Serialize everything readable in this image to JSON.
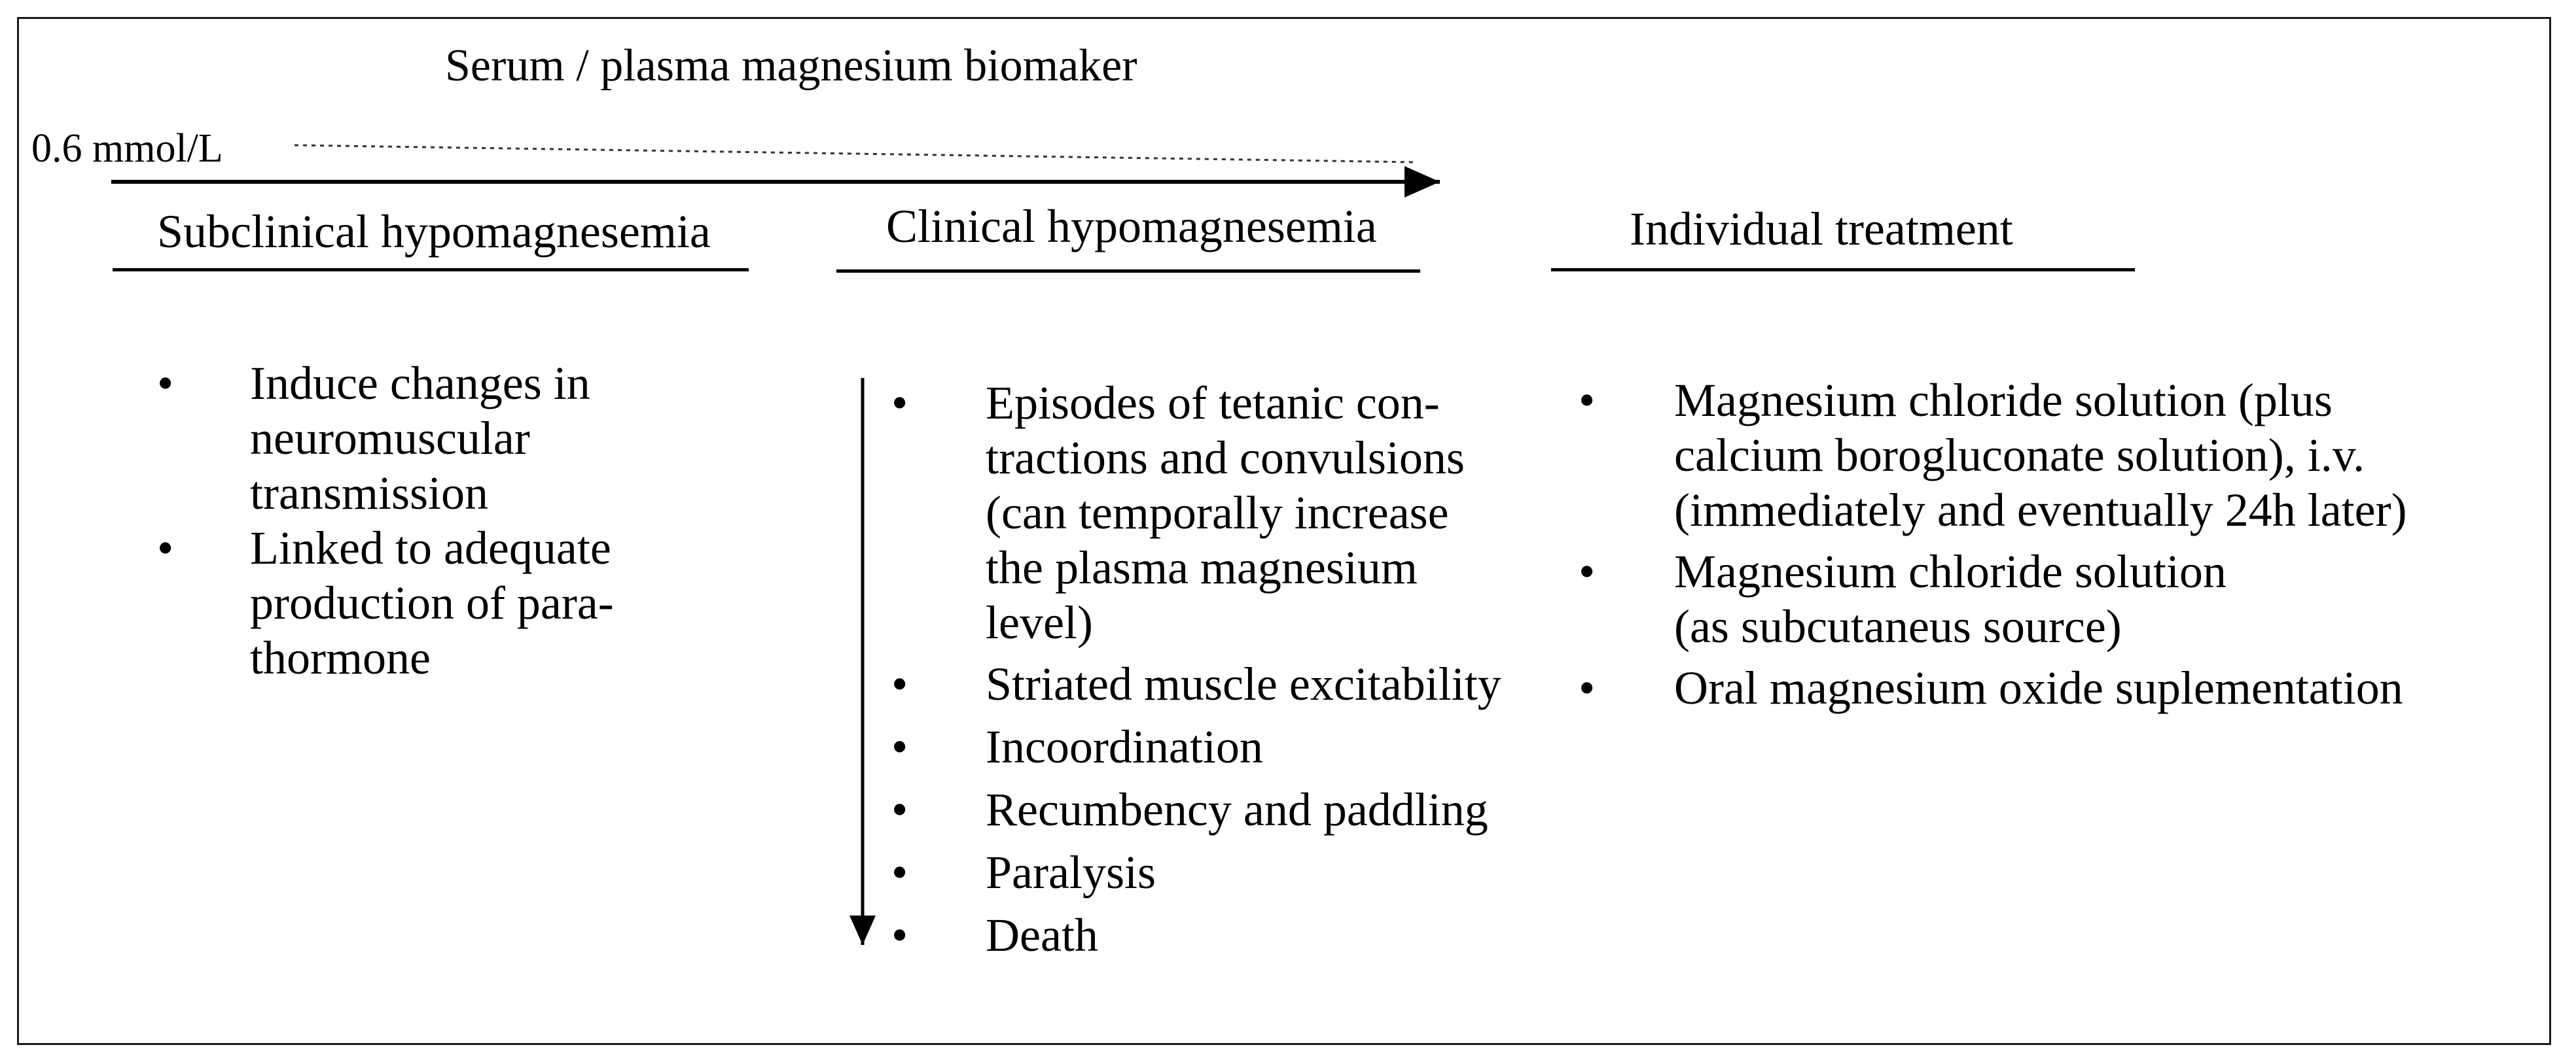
{
  "title": "Serum / plasma magnesium biomaker",
  "threshold_label": "0.6 mmol/L",
  "columns": [
    {
      "heading": "Subclinical hypomagnesemia",
      "items": [
        "Induce changes in\nneuromuscular\ntransmission",
        "Linked to adequate\nproduction of para-\nthormone"
      ]
    },
    {
      "heading": "Clinical hypomagnesemia",
      "items": [
        "Episodes of tetanic con-\ntractions and convulsions\n(can temporally increase\nthe plasma magnesium\nlevel)",
        "Striated muscle excitability",
        "Incoordination",
        "Recumbency and paddling",
        "Paralysis",
        "Death"
      ]
    },
    {
      "heading": "Individual treatment",
      "items": [
        "Magnesium chloride solution (plus\ncalcium borogluconate solution), i.v.\n(immediately and eventually 24h later)",
        "Magnesium chloride solution\n(as subcutaneus source)",
        "Oral magnesium oxide suplementation"
      ]
    }
  ],
  "bullet_symbol": "•"
}
